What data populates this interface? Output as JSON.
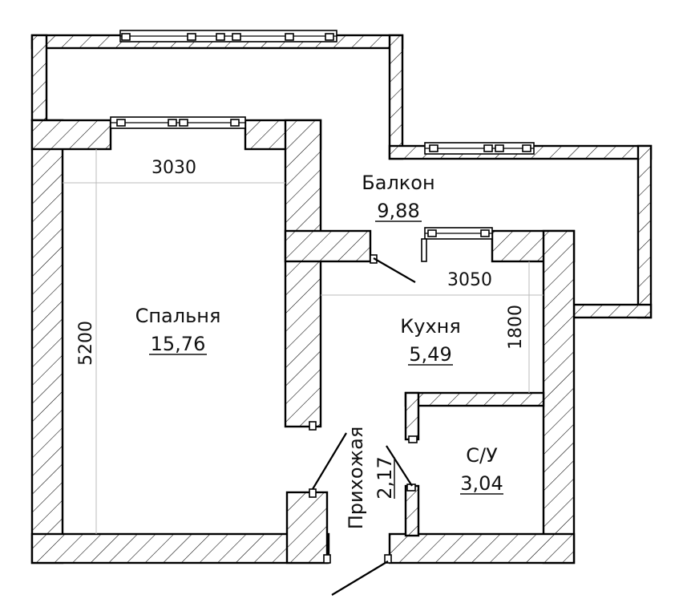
{
  "rooms": {
    "balcony": {
      "name": "Балкон",
      "area": "9,88"
    },
    "bedroom": {
      "name": "Спальня",
      "area": "15,76"
    },
    "kitchen": {
      "name": "Кухня",
      "area": "5,49"
    },
    "hallway": {
      "name": "Прихожая",
      "area": "2,17"
    },
    "bathroom": {
      "name": "С/У",
      "area": "3,04"
    }
  },
  "dimensions": {
    "bedroom_width": "3030",
    "bedroom_length": "5200",
    "kitchen_width": "3050",
    "kitchen_length": "1800"
  },
  "colors": {
    "line": "#000000",
    "background": "#ffffff"
  }
}
